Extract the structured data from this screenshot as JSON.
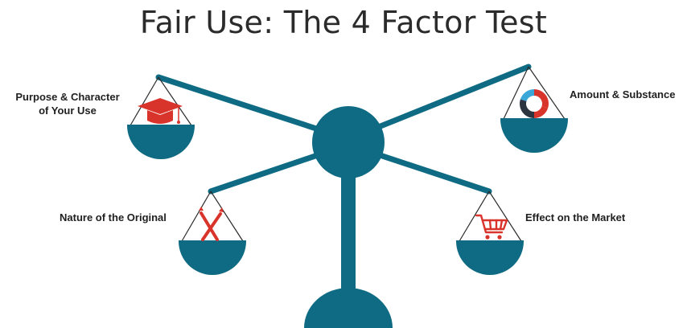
{
  "title": "Fair Use: The 4 Factor Test",
  "factors": [
    {
      "label_line1": "Purpose & Character",
      "label_line2": "of Your Use",
      "icon": "graduation-cap-icon"
    },
    {
      "label_line1": "Amount & Substance",
      "icon": "donut-chart-icon"
    },
    {
      "label_line1": "Nature of the Original",
      "icon": "crossed-pencils-icon"
    },
    {
      "label_line1": "Effect on the Market",
      "icon": "shopping-cart-icon"
    }
  ],
  "colors": {
    "beam": "#0e6b83",
    "pan": "#0e6b83",
    "string": "#2a2a2a",
    "icon_red": "#d9342b",
    "icon_blue": "#3aa7d8",
    "icon_dark": "#2c3440",
    "title": "#2b2b2b"
  }
}
